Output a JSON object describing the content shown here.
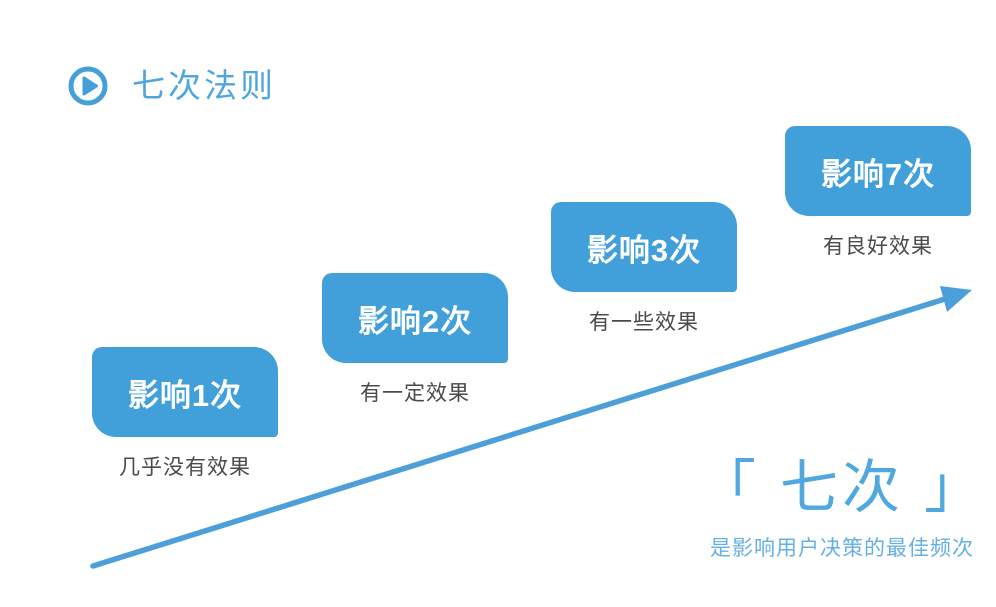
{
  "header": {
    "icon": "play-circle-icon",
    "title": "七次法则"
  },
  "steps": [
    {
      "label": "影响1次",
      "caption": "几乎没有效果"
    },
    {
      "label": "影响2次",
      "caption": "有一定效果"
    },
    {
      "label": "影响3次",
      "caption": "有一些效果"
    },
    {
      "label": "影响7次",
      "caption": "有良好效果"
    }
  ],
  "conclusion": {
    "highlight": "「 七次 」",
    "description": "是影响用户决策的最佳频次"
  },
  "colors": {
    "box_blue": "#419FD9",
    "title_blue": "#4FA6DD",
    "arrow_blue": "#4C9FD8",
    "highlight_blue": "#4FA8DE",
    "description_blue": "#66AFE2",
    "caption_gray": "#4A4A4A",
    "box_text_white": "#FFFFFF"
  }
}
